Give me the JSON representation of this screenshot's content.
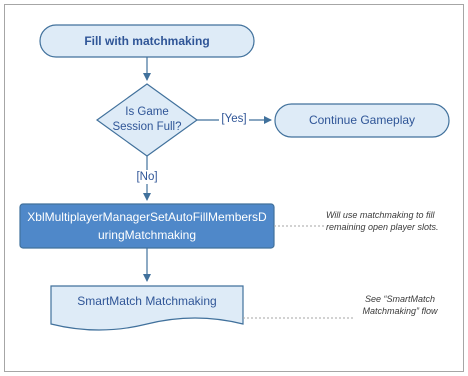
{
  "nodes": {
    "start": {
      "label": "Fill with matchmaking"
    },
    "decision": {
      "label": "Is Game Session Full?"
    },
    "continue": {
      "label": "Continue Gameplay"
    },
    "process": {
      "label": "XblMultiplayerManagerSetAutoFillMembersDuringMatchmaking"
    },
    "document": {
      "label": "SmartMatch Matchmaking"
    }
  },
  "edges": {
    "yes": {
      "label": "[Yes]"
    },
    "no": {
      "label": "[No]"
    }
  },
  "notes": {
    "process_note": "Will use matchmaking to fill remaining open player slots.",
    "document_note": "See “SmartMatch Matchmaking” flow"
  },
  "colors": {
    "stroke": "#41719c",
    "light_fill": "#deebf7",
    "process_fill": "#4f88c9",
    "text_blue": "#2f5597",
    "frame": "#a6a6a6"
  }
}
